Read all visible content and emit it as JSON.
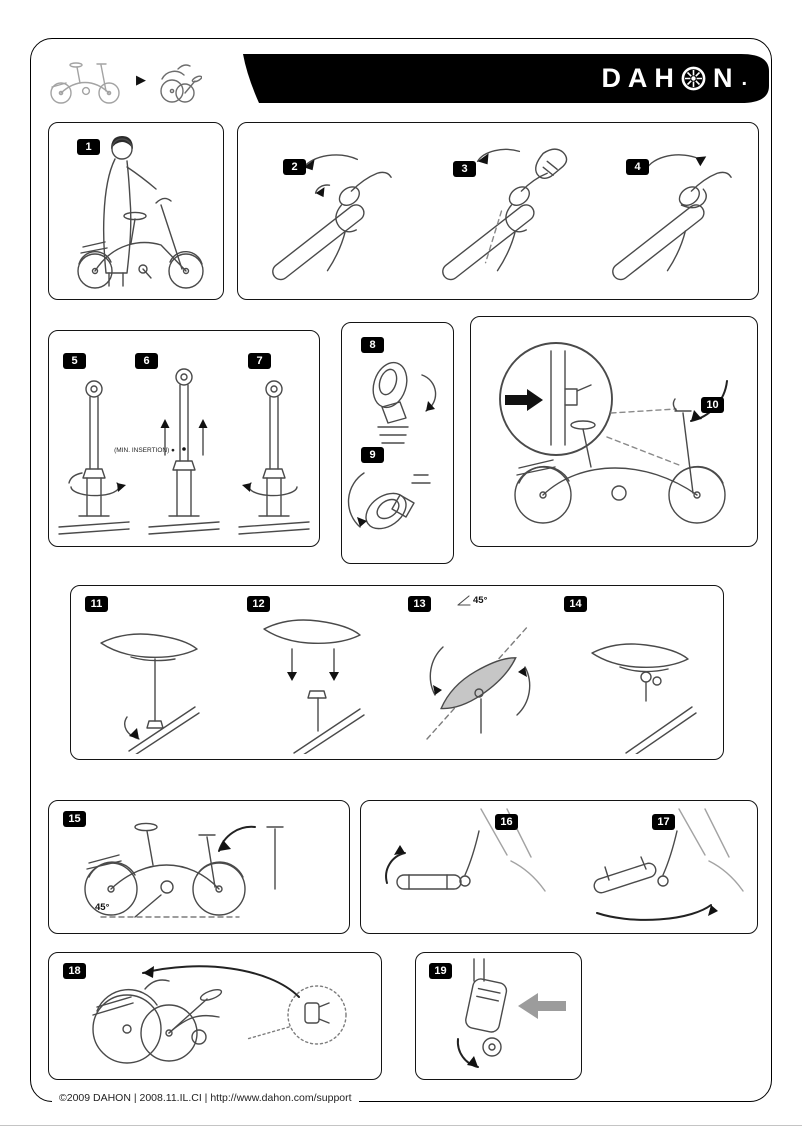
{
  "header": {
    "brand": "DAHON",
    "brand_left": "DAH",
    "brand_right": "N",
    "brand_period": "."
  },
  "icons": {
    "next_arrow": "▶"
  },
  "steps": {
    "s1": "1",
    "s2": "2",
    "s3": "3",
    "s4": "4",
    "s5": "5",
    "s6": "6",
    "s7": "7",
    "s8": "8",
    "s9": "9",
    "s10": "10",
    "s11": "11",
    "s12": "12",
    "s13": "13",
    "s14": "14",
    "s15": "15",
    "s16": "16",
    "s17": "17",
    "s18": "18",
    "s19": "19"
  },
  "labels": {
    "min_insertion": "(MIN. INSERTION) ●",
    "angle_step13": "45°",
    "angle_step15": "45°"
  },
  "footer": {
    "text": "©2009 DAHON | 2008.11.IL.CI | http://www.dahon.com/support"
  },
  "colors": {
    "banner": "#000000",
    "ink": "#111111",
    "line_art": "#4a4a4a"
  }
}
